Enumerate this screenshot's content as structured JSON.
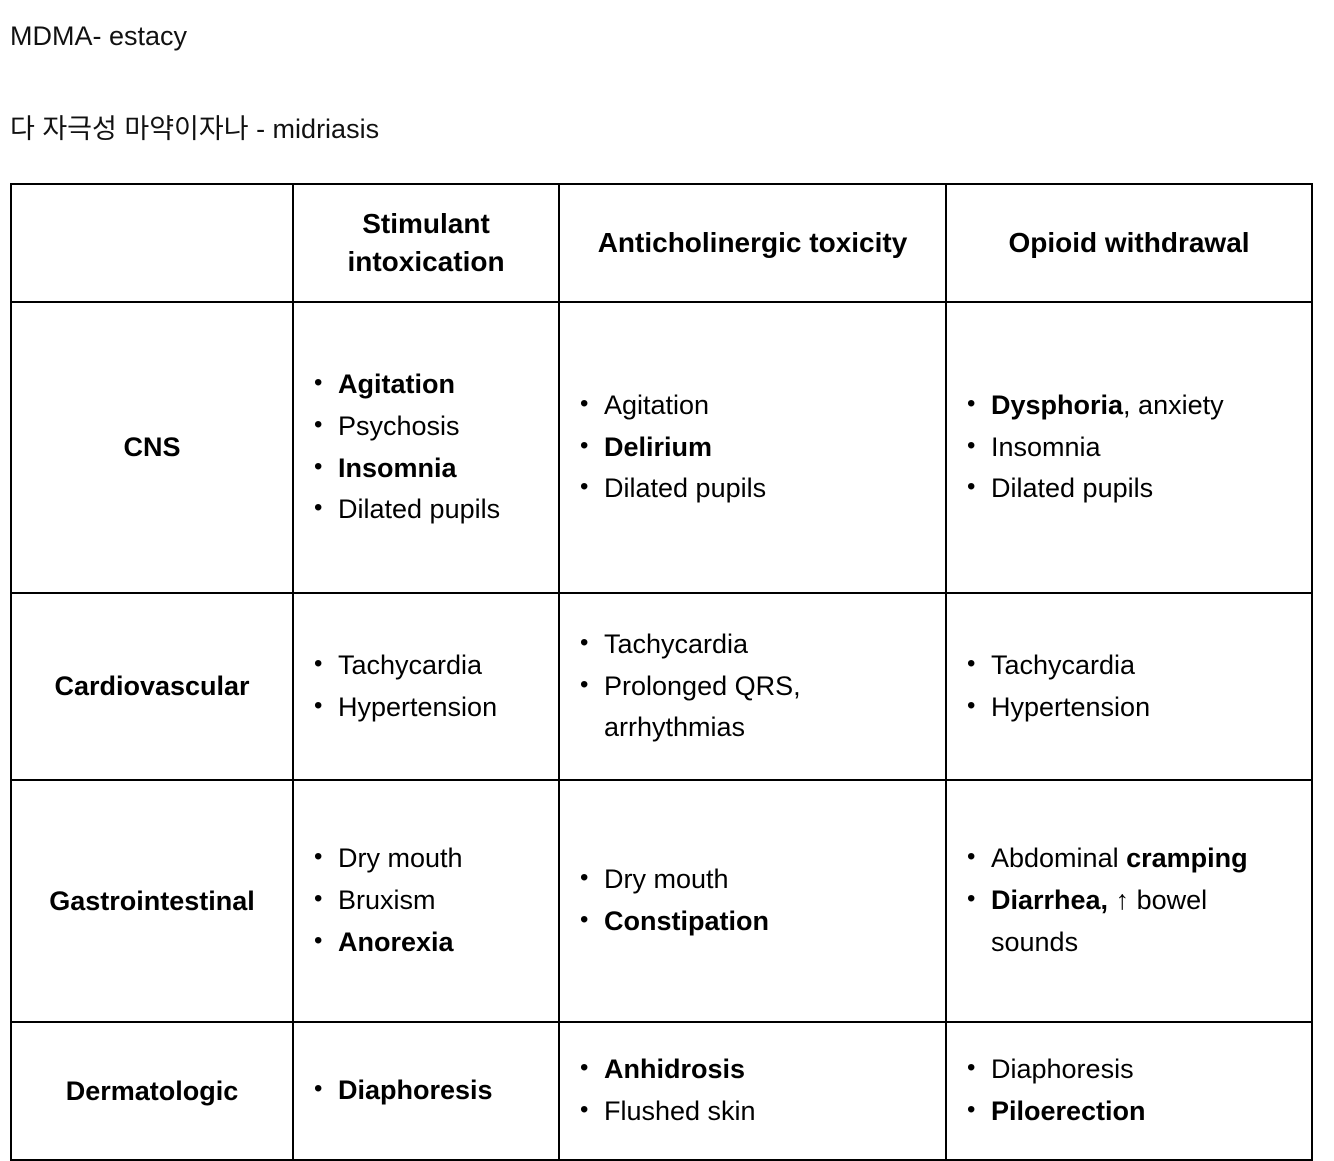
{
  "notes": {
    "line1": "MDMA- estacy",
    "line2": "다 자극성 마약이자나 - midriasis"
  },
  "table": {
    "columns": [
      {
        "id": "category",
        "label": ""
      },
      {
        "id": "stimulant",
        "label": "Stimulant intoxication"
      },
      {
        "id": "anticholinergic",
        "label": "Anticholinergic toxicity"
      },
      {
        "id": "opioid",
        "label": "Opioid withdrawal"
      }
    ],
    "rows": [
      {
        "category": "CNS",
        "stimulant": [
          {
            "text": "Agitation",
            "bold": true
          },
          {
            "text": "Psychosis",
            "bold": false
          },
          {
            "text": "Insomnia",
            "bold": true
          },
          {
            "text": "Dilated pupils",
            "bold": false
          }
        ],
        "anticholinergic": [
          {
            "text": "Agitation",
            "bold": false
          },
          {
            "text": "Delirium",
            "bold": true
          },
          {
            "text": "Dilated pupils",
            "bold": false
          }
        ],
        "opioid": [
          {
            "bold_prefix": "Dysphoria",
            "text": ", anxiety"
          },
          {
            "text": "Insomnia",
            "bold": false
          },
          {
            "text": "Dilated pupils",
            "bold": false
          }
        ]
      },
      {
        "category": "Cardiovascular",
        "stimulant": [
          {
            "text": "Tachycardia",
            "bold": false
          },
          {
            "text": "Hypertension",
            "bold": false
          }
        ],
        "anticholinergic": [
          {
            "text": "Tachycardia",
            "bold": false
          },
          {
            "text": "Prolonged QRS, arrhythmias",
            "bold": false
          }
        ],
        "opioid": [
          {
            "text": "Tachycardia",
            "bold": false
          },
          {
            "text": "Hypertension",
            "bold": false
          }
        ]
      },
      {
        "category": "Gastrointestinal",
        "stimulant": [
          {
            "text": "Dry mouth",
            "bold": false
          },
          {
            "text": "Bruxism",
            "bold": false
          },
          {
            "text": "Anorexia",
            "bold": true
          }
        ],
        "anticholinergic": [
          {
            "text": "Dry mouth",
            "bold": false
          },
          {
            "text": "Constipation",
            "bold": true
          }
        ],
        "opioid": [
          {
            "text": "Abdominal ",
            "bold_suffix": "cramping"
          },
          {
            "bold_prefix": "Diarrhea,",
            "text": " ↑ bowel sounds"
          }
        ]
      },
      {
        "category": "Dermatologic",
        "stimulant": [
          {
            "text": "Diaphoresis",
            "bold": true
          }
        ],
        "anticholinergic": [
          {
            "text": "Anhidrosis",
            "bold": true
          },
          {
            "text": "Flushed skin",
            "bold": false
          }
        ],
        "opioid": [
          {
            "text": "Diaphoresis",
            "bold": false
          },
          {
            "text": "Piloerection",
            "bold": true
          }
        ]
      }
    ]
  },
  "colors": {
    "text": "#000000",
    "border": "#000000",
    "background": "#ffffff"
  }
}
